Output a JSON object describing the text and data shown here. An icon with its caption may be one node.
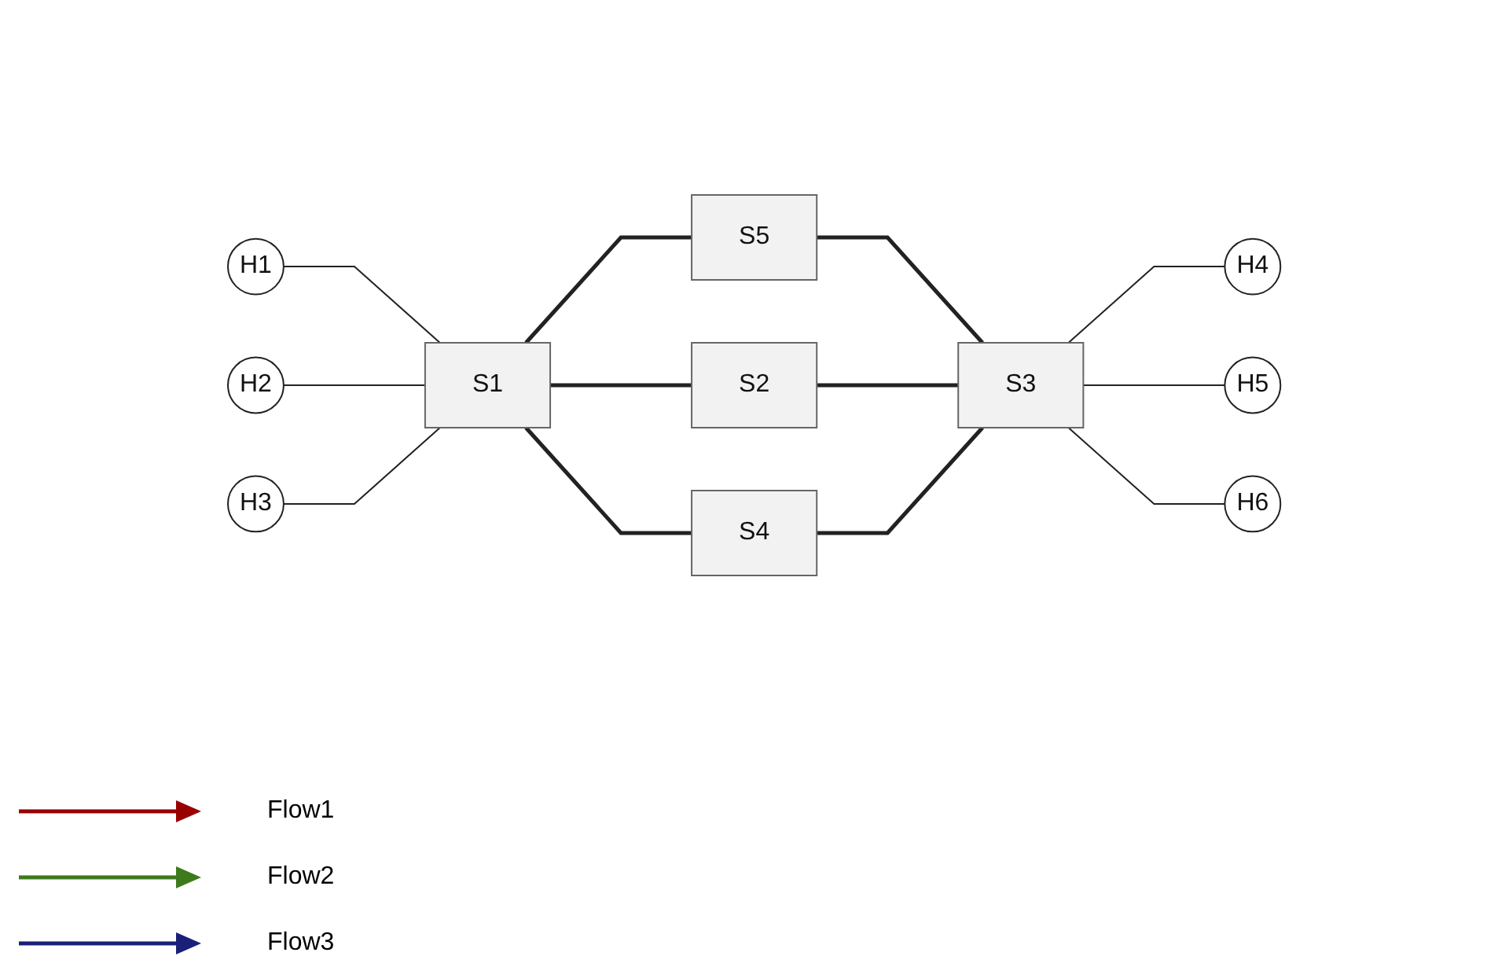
{
  "diagram": {
    "nodes": [
      {
        "text": [
          "H1"
        ]
      },
      {
        "text": [
          "H2"
        ]
      },
      {
        "text": [
          "H3"
        ]
      },
      {
        "text": [
          "S1"
        ]
      },
      {
        "text": [
          "S5"
        ]
      },
      {
        "text": [
          "S2"
        ]
      },
      {
        "text": [
          "S4"
        ]
      },
      {
        "text": [
          "S3"
        ]
      },
      {
        "text": [
          "H4"
        ]
      },
      {
        "text": [
          "H5"
        ]
      },
      {
        "text": [
          "H6"
        ]
      }
    ],
    "edges": [
      {
        "from": 0,
        "to": 3,
        "arrow": "none"
      },
      {
        "from": 1,
        "to": 3,
        "arrow": "none"
      },
      {
        "from": 2,
        "to": 3,
        "arrow": "none"
      },
      {
        "from": 3,
        "to": 4,
        "arrow": "none",
        "style": "thick"
      },
      {
        "from": 3,
        "to": 5,
        "arrow": "none",
        "style": "thick"
      },
      {
        "from": 3,
        "to": 6,
        "arrow": "none",
        "style": "thick"
      },
      {
        "from": 4,
        "to": 7,
        "arrow": "none",
        "style": "thick"
      },
      {
        "from": 5,
        "to": 7,
        "arrow": "none",
        "style": "thick"
      },
      {
        "from": 6,
        "to": 7,
        "arrow": "none",
        "style": "thick"
      },
      {
        "from": 7,
        "to": 8,
        "arrow": "none"
      },
      {
        "from": 7,
        "to": 9,
        "arrow": "none"
      },
      {
        "from": 7,
        "to": 10,
        "arrow": "none"
      }
    ],
    "legend": [
      {
        "text": "Flow1",
        "color": "#990000"
      },
      {
        "text": "Flow2",
        "color": "#3d7a1c"
      },
      {
        "text": "Flow3",
        "color": "#1a1f78"
      }
    ]
  }
}
